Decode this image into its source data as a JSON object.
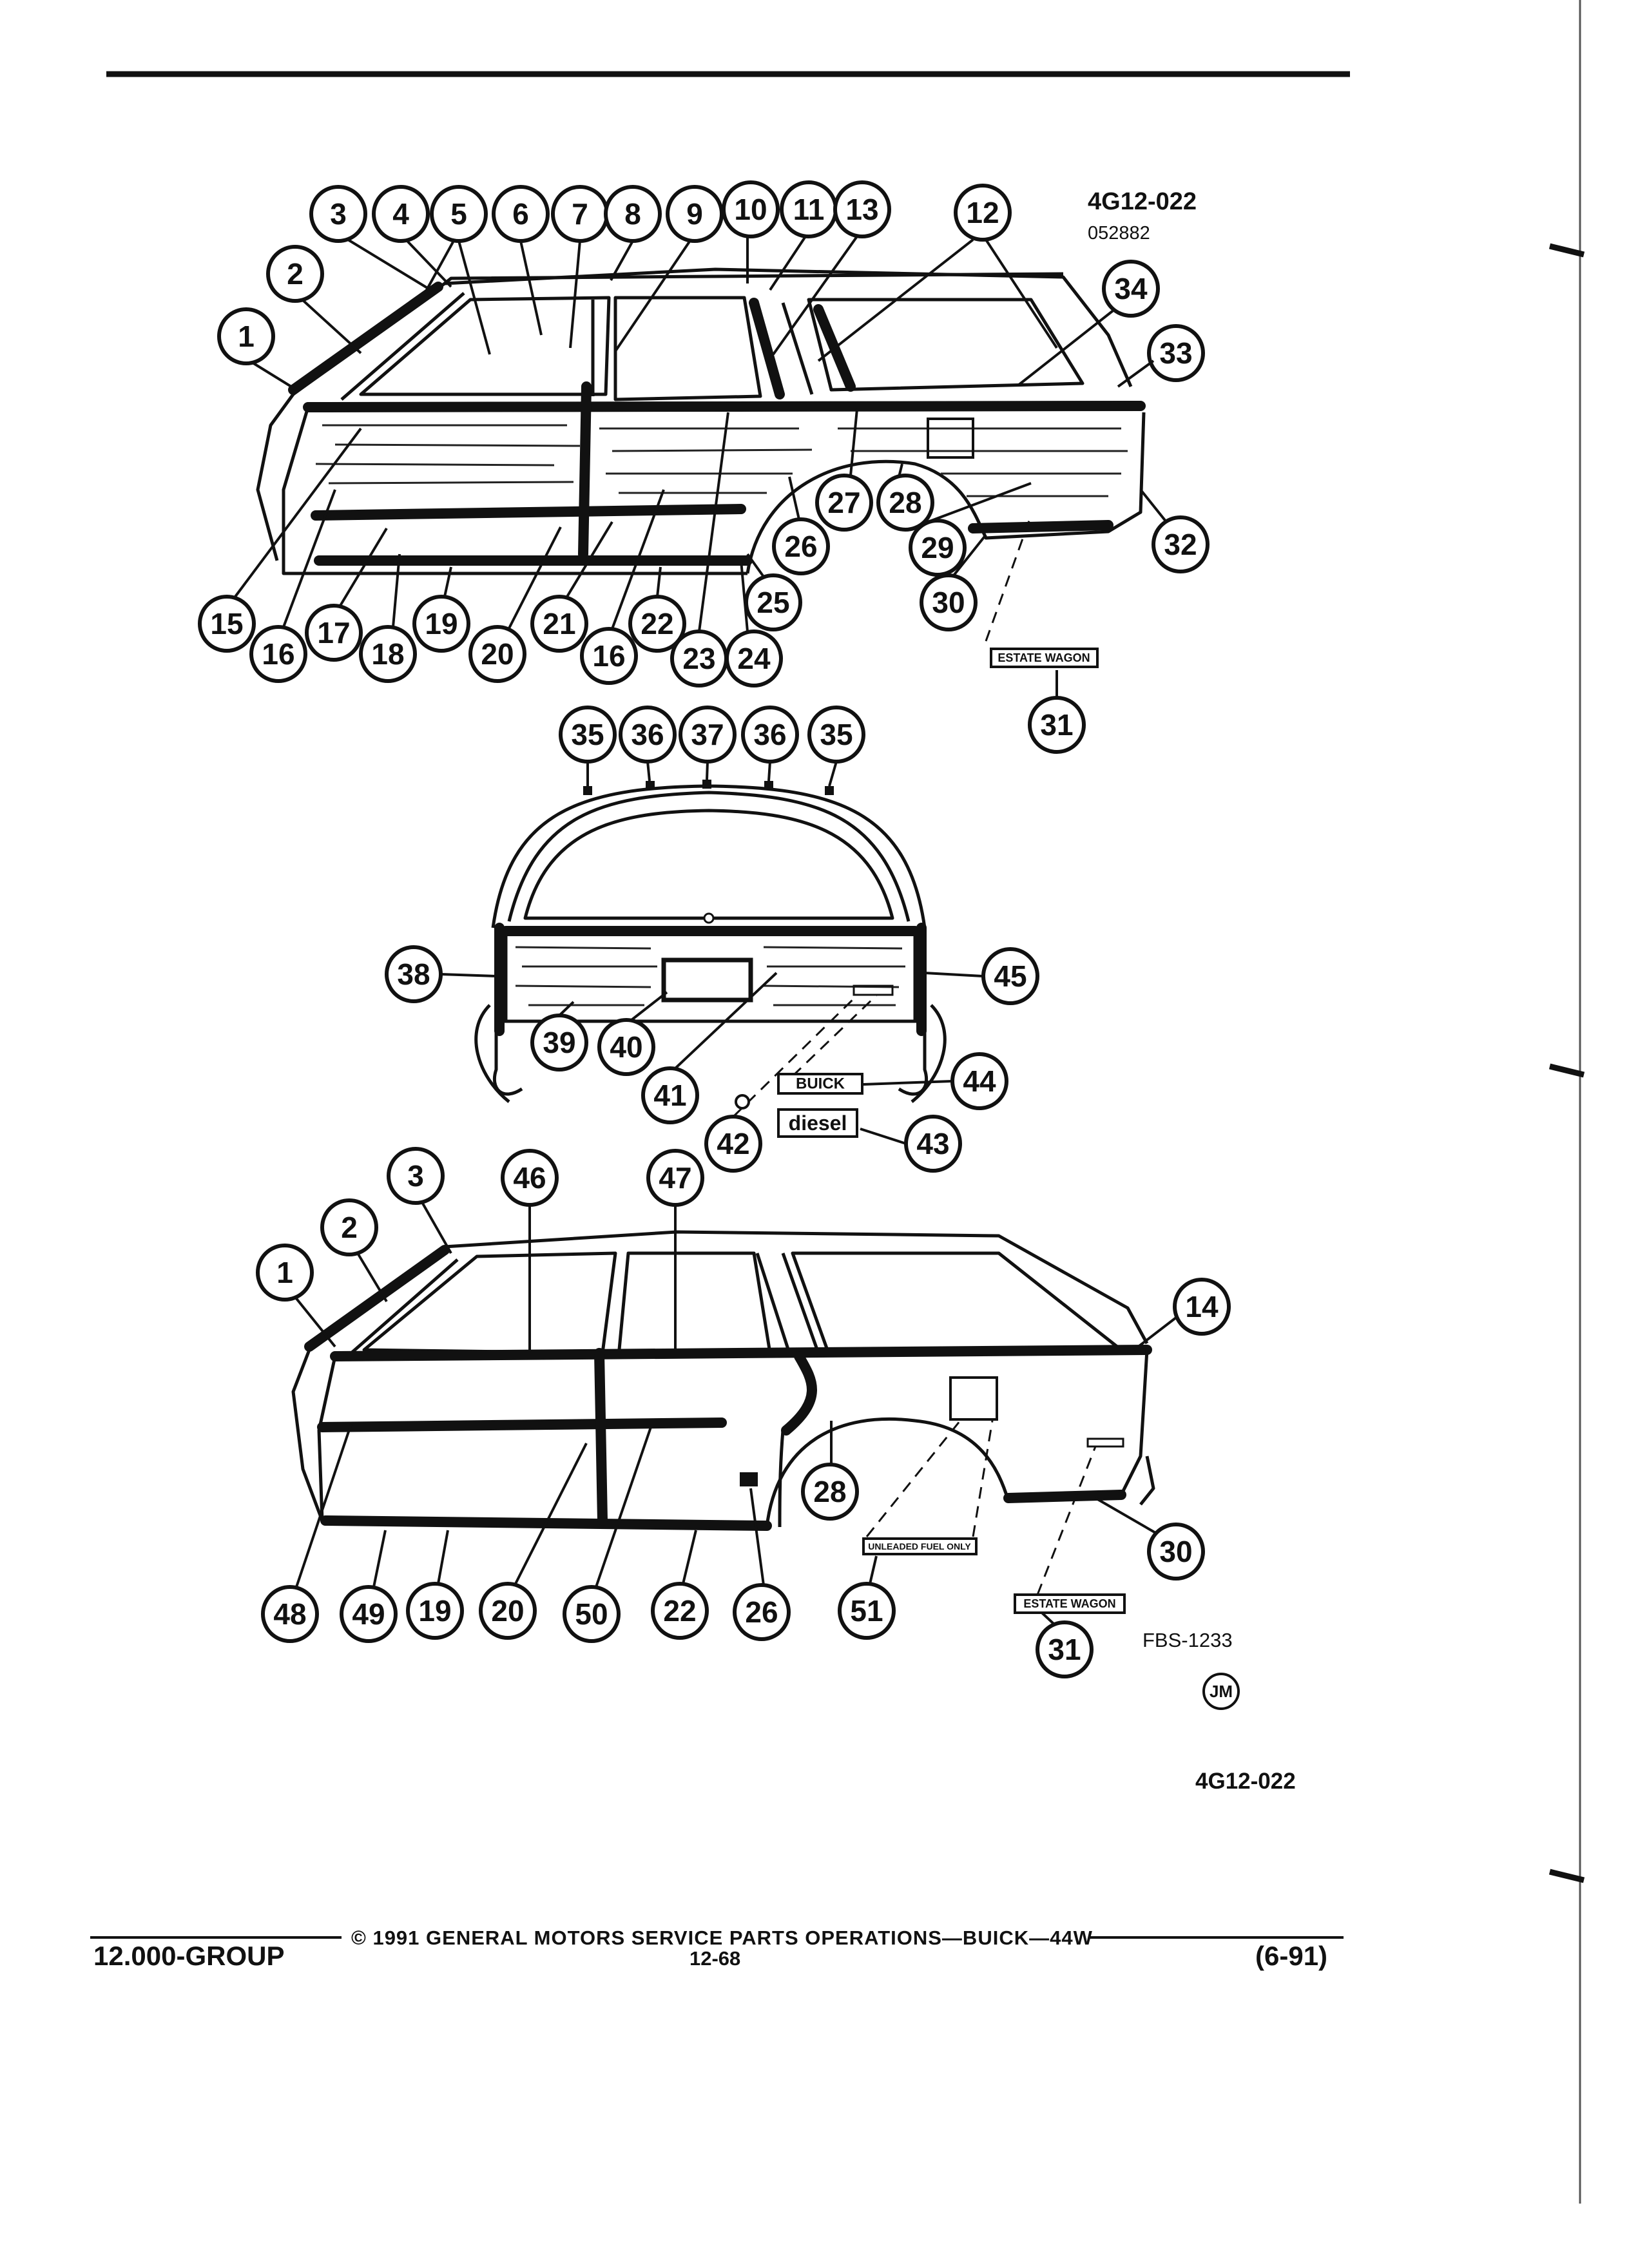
{
  "header": {
    "figure_ref": "4G12-022",
    "figure_date": "052882"
  },
  "callouts": {
    "top_view": [
      "1",
      "2",
      "3",
      "4",
      "5",
      "6",
      "7",
      "8",
      "9",
      "10",
      "11",
      "13",
      "12",
      "34",
      "33",
      "32",
      "30",
      "31",
      "29",
      "28",
      "27",
      "26",
      "25",
      "24",
      "23",
      "16",
      "22",
      "21",
      "20",
      "19",
      "18",
      "17",
      "16",
      "15"
    ],
    "rear_view": [
      "35",
      "36",
      "37",
      "36",
      "35",
      "38",
      "45",
      "39",
      "40",
      "41",
      "42",
      "44",
      "43"
    ],
    "bottom_view": [
      "3",
      "46",
      "47",
      "2",
      "1",
      "14",
      "28",
      "30",
      "48",
      "49",
      "19",
      "20",
      "50",
      "22",
      "26",
      "51",
      "31"
    ]
  },
  "badges": {
    "estate_wagon": "ESTATE WAGON",
    "buick": "BUICK",
    "diesel": "diesel",
    "unleaded": "UNLEADED FUEL ONLY"
  },
  "credits": {
    "fbs": "FBS-1233",
    "artist": "JM",
    "figure_ref_bottom": "4G12-022"
  },
  "footer": {
    "group": "12.000-GROUP",
    "copyright": "© 1991 GENERAL MOTORS SERVICE PARTS OPERATIONS—BUICK—44W",
    "page": "12-68",
    "revision": "(6-91)"
  }
}
